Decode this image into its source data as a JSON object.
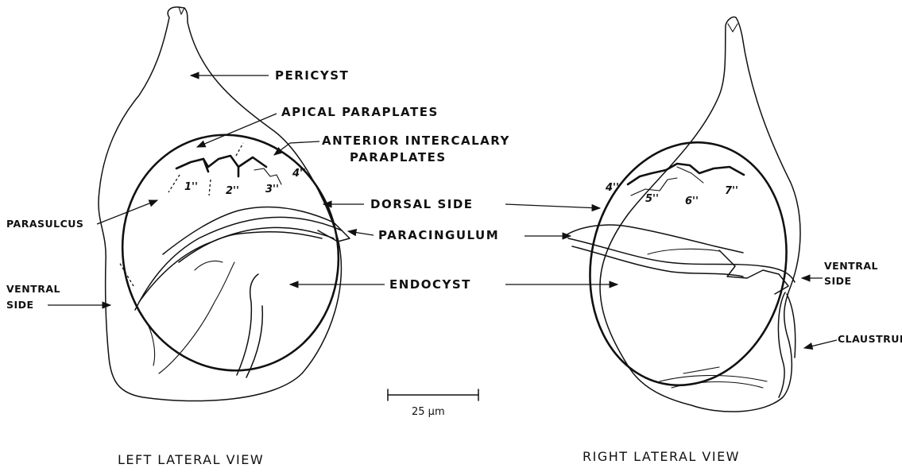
{
  "labels": {
    "pericyst": "PERICYST",
    "apical_paraplates": "APICAL PARAPLATES",
    "anterior_intercalary_1": "ANTERIOR INTERCALARY",
    "anterior_intercalary_2": "PARAPLATES",
    "parasulcus": "PARASULCUS",
    "dorsal_side": "DORSAL SIDE",
    "paracingulum": "PARACINGULUM",
    "ventral_side_left_1": "VENTRAL",
    "ventral_side_left_2": "SIDE",
    "endocyst": "ENDOCYST",
    "ventral_side_right_1": "VENTRAL",
    "ventral_side_right_2": "SIDE",
    "claustrum": "CLAUSTRUM"
  },
  "plate_numbers_left": [
    "1''",
    "2''",
    "3''",
    "4''"
  ],
  "plate_numbers_right": [
    "4''",
    "5''",
    "6''",
    "7''"
  ],
  "scale_bar": {
    "label": "25 µm"
  },
  "view_titles": {
    "left": "LEFT LATERAL VIEW",
    "right": "RIGHT LATERAL VIEW"
  }
}
